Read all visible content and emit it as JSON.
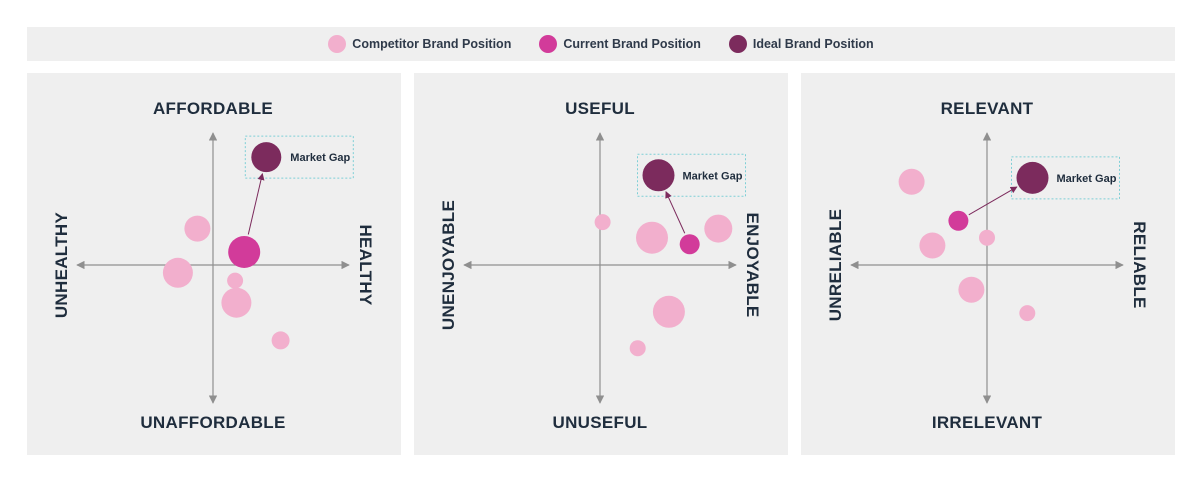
{
  "legend": {
    "items": [
      {
        "label": "Competitor Brand Position",
        "color": "#f2afcd"
      },
      {
        "label": "Current Brand Position",
        "color": "#d23b9a"
      },
      {
        "label": "Ideal Brand Position",
        "color": "#7c2b5d"
      }
    ]
  },
  "colors": {
    "competitor": "#f2afcd",
    "current": "#d23b9a",
    "ideal": "#7c2b5d",
    "axis": "#8f8f8f",
    "gap_box": "#7ecfd6",
    "panel_bg": "#efefef"
  },
  "chart_data": [
    {
      "type": "scatter",
      "axis_top": "AFFORDABLE",
      "axis_bottom": "UNAFFORDABLE",
      "axis_left": "UNHEALTHY",
      "axis_right": "HEALTHY",
      "xlim": [
        -100,
        100
      ],
      "ylim": [
        -100,
        100
      ],
      "market_gap_label": "Market Gap",
      "competitors": [
        {
          "x": -12,
          "y": 28,
          "size": 13
        },
        {
          "x": -27,
          "y": -6,
          "size": 15
        },
        {
          "x": 18,
          "y": -29,
          "size": 15
        },
        {
          "x": 17,
          "y": -12,
          "size": 8
        },
        {
          "x": 52,
          "y": -58,
          "size": 9
        }
      ],
      "current": {
        "x": 24,
        "y": 10,
        "size": 16
      },
      "ideal": {
        "x": 41,
        "y": 83,
        "size": 15
      }
    },
    {
      "type": "scatter",
      "axis_top": "USEFUL",
      "axis_bottom": "UNUSEFUL",
      "axis_left": "UNENJOYABLE",
      "axis_right": "ENJOYABLE",
      "xlim": [
        -100,
        100
      ],
      "ylim": [
        -100,
        100
      ],
      "market_gap_label": "Market Gap",
      "competitors": [
        {
          "x": 2,
          "y": 33,
          "size": 8
        },
        {
          "x": 40,
          "y": 21,
          "size": 16
        },
        {
          "x": 91,
          "y": 28,
          "size": 14
        },
        {
          "x": 53,
          "y": -36,
          "size": 16
        },
        {
          "x": 29,
          "y": -64,
          "size": 8
        }
      ],
      "current": {
        "x": 69,
        "y": 16,
        "size": 10
      },
      "ideal": {
        "x": 45,
        "y": 69,
        "size": 16
      }
    },
    {
      "type": "scatter",
      "axis_top": "RELEVANT",
      "axis_bottom": "IRRELEVANT",
      "axis_left": "UNRELIABLE",
      "axis_right": "RELIABLE",
      "xlim": [
        -100,
        100
      ],
      "ylim": [
        -100,
        100
      ],
      "market_gap_label": "Market Gap",
      "competitors": [
        {
          "x": -58,
          "y": 64,
          "size": 13
        },
        {
          "x": -42,
          "y": 15,
          "size": 13
        },
        {
          "x": -12,
          "y": -19,
          "size": 13
        },
        {
          "x": 0,
          "y": 21,
          "size": 8
        },
        {
          "x": 31,
          "y": -37,
          "size": 8
        }
      ],
      "current": {
        "x": -22,
        "y": 34,
        "size": 10
      },
      "ideal": {
        "x": 35,
        "y": 67,
        "size": 16
      }
    }
  ]
}
